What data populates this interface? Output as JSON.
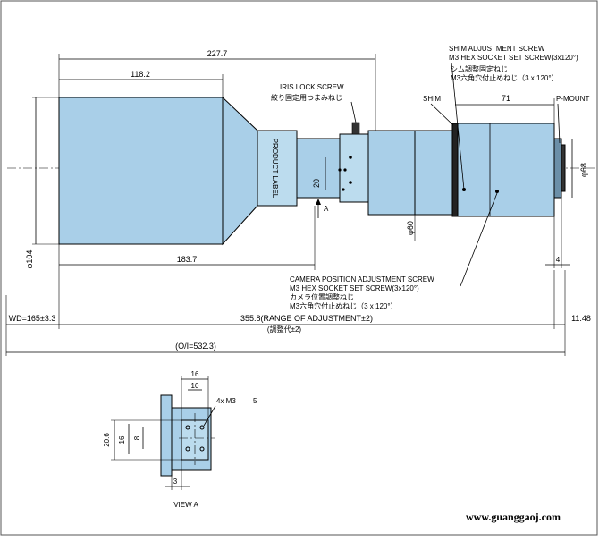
{
  "dimensions": {
    "overall_length": "227.7",
    "front_length": "118.2",
    "lower_length": "183.7",
    "shim_to_mount": "71",
    "front_diameter": "φ104",
    "mid_diameter": "φ60",
    "mount_diameter": "φ68",
    "iris_height": "20",
    "mount_flange": "4",
    "wd": "WD=165±3.3",
    "range": "355.8(RANGE OF ADJUSTMENT±2)",
    "range_jp": "(調整代±2)",
    "back_focus": "11.48",
    "oi": "(O/I=532.3)"
  },
  "labels": {
    "shim_adjust_screw_title": "SHIM ADJUSTMENT SCREW",
    "shim_adjust_screw_spec": "M3 HEX SOCKET SET SCREW(3x120°)",
    "shim_adjust_screw_jp1": "シム調整固定ねじ",
    "shim_adjust_screw_jp2": "M3六角穴付止めねじ（3 x 120°）",
    "iris_lock_screw": "IRIS LOCK SCREW",
    "iris_lock_screw_jp": "絞り固定用つまみねじ",
    "shim": "SHIM",
    "p_mount": "P-MOUNT",
    "product_label": "PRODUCT LABEL",
    "arrow_a": "A",
    "camera_pos_title": "CAMERA POSITION ADJUSTMENT SCREW",
    "camera_pos_spec": "M3 HEX SOCKET SET SCREW(3x120°)",
    "camera_pos_jp1": "カメラ位置調整ねじ",
    "camera_pos_jp2": "M3六角穴付止めねじ（3 x 120°）"
  },
  "view_a": {
    "caption": "VIEW A",
    "width_outer": "16",
    "width_inner": "10",
    "hole_spec": "4x M3",
    "hole_depth": "5",
    "height_outer": "20.6",
    "height_mid": "16",
    "height_inner": "8",
    "offset": "3"
  },
  "watermark": "www.guanggaoj.com",
  "colors": {
    "lens_body": "#a9cfe8",
    "lens_highlight": "#bcdcee",
    "line": "#000000"
  }
}
